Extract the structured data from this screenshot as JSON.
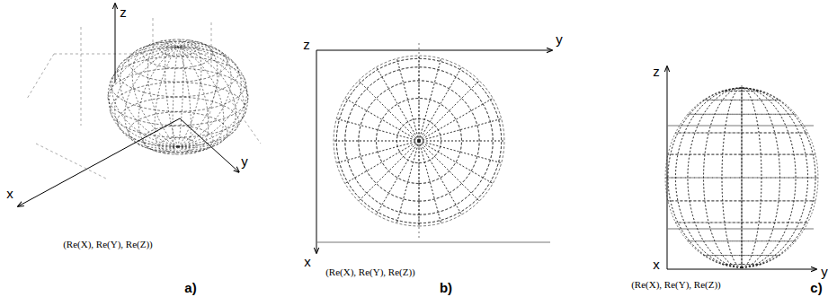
{
  "diagram": {
    "labels": [
      "z",
      "y",
      "x",
      "(Re(X), Re(Y), Re(Z))",
      "z",
      "y",
      "x",
      "(Re(X), Re(Y), Re(Z))",
      "z",
      "x",
      "y",
      "(Re(X), Re(Y), Re(Z))",
      "a)",
      "b)",
      "c)"
    ]
  }
}
